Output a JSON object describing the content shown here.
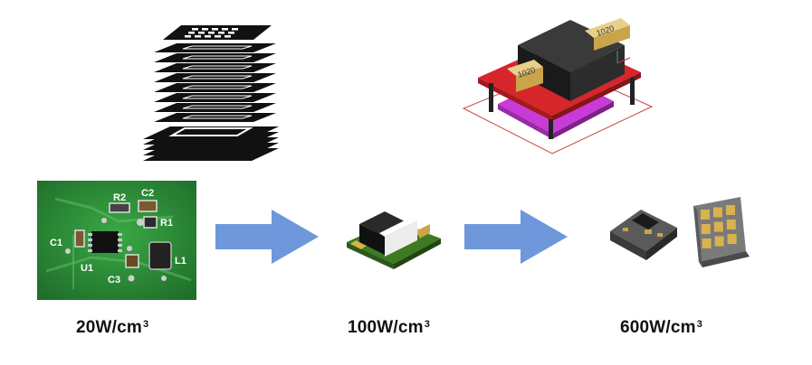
{
  "stages": [
    {
      "label": "20W/cm",
      "exp": "3"
    },
    {
      "label": "100W/cm",
      "exp": "3"
    },
    {
      "label": "600W/cm",
      "exp": "3"
    }
  ],
  "pcb_labels": {
    "r2": "R2",
    "c2": "C2",
    "r1": "R1",
    "c1": "C1",
    "u1": "U1",
    "c3": "C3",
    "l1": "L1"
  },
  "part_marking": "1020",
  "colors": {
    "arrow": "#6f97dc",
    "pcb_green": "#2e8f3a",
    "board_red": "#d6262c",
    "magenta": "#c93bd6"
  }
}
